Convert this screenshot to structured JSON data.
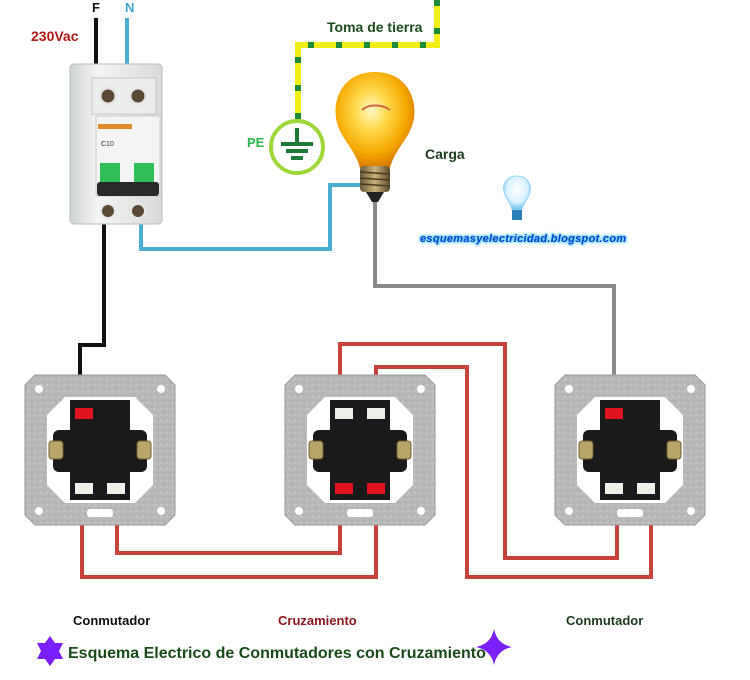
{
  "diagram": {
    "title": "Esquema Electrico de Conmutadores con Cruzamiento",
    "supply": {
      "voltage_label": "230Vac",
      "phase_label": "F",
      "neutral_label": "N"
    },
    "breaker": {
      "name": "2-pole circuit breaker",
      "rating_text": "C10"
    },
    "earth": {
      "label": "Toma de tierra",
      "pe_label": "PE"
    },
    "load": {
      "label": "Carga"
    },
    "watermark": {
      "text": "esquemasyelectricidad.blogspot.com"
    },
    "devices": [
      {
        "label": "Conmutador"
      },
      {
        "label": "Cruzamiento"
      },
      {
        "label": "Conmutador"
      }
    ],
    "colors": {
      "phase": "#111111",
      "neutral": "#4aaed0",
      "return": "#8a8a8a",
      "traveler": "#c8423c",
      "earth_yellow": "#f2ee1a",
      "earth_green": "#1f8a3a",
      "pe_ring": "#9fd63a",
      "decor_star": "#7b1fff"
    }
  }
}
